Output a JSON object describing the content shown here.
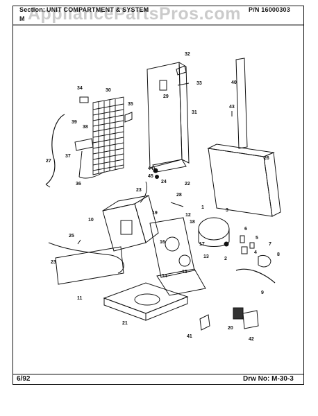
{
  "header": {
    "section_label": "Section:",
    "section_value": "UNIT COMPARTMENT & SYSTEM",
    "part_number": "P/N 16000303",
    "model_prefix": "M"
  },
  "watermark": "AppliancePartsPros.com",
  "footer": {
    "date": "6/92",
    "drawing_number": "Drw No: M-30-3"
  },
  "callouts": [
    "1",
    "2",
    "3",
    "4",
    "5",
    "6",
    "7",
    "8",
    "9",
    "10",
    "11",
    "12",
    "13",
    "14",
    "15",
    "16",
    "17",
    "18",
    "19",
    "20",
    "21",
    "22",
    "23",
    "23",
    "24",
    "25",
    "26",
    "27",
    "28",
    "29",
    "30",
    "31",
    "32",
    "33",
    "34",
    "35",
    "36",
    "37",
    "38",
    "39",
    "40",
    "41",
    "42",
    "43",
    "44",
    "45"
  ]
}
